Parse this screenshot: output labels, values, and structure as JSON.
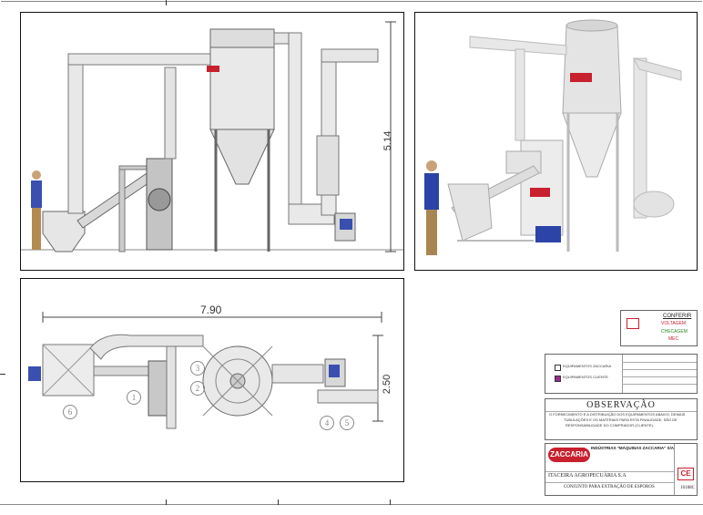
{
  "views": {
    "elevation": {
      "dimension": "5.14"
    },
    "plan": {
      "dimension_width": "7.90",
      "dimension_height": "2.50",
      "bubbles": [
        "1",
        "2",
        "3",
        "4",
        "5",
        "6"
      ]
    }
  },
  "stamp": {
    "title": "CONFERIR",
    "line1": "VOLTAGEM",
    "line2": "CHECAGEM",
    "line3": "MEC"
  },
  "legend": {
    "item1": "EQUIPAMENTOS ZACCARIA",
    "item2": "EQUIPAMENTOS CLIENTE",
    "swatch1": "#ffffff",
    "swatch2": "#9b2c8e"
  },
  "observacao": {
    "heading": "OBSERVAÇÃO",
    "text1": "O FORNECIMENTO E A DISTRIBUIÇÃO DOS EQUIPAMENTOS ABAIXO, DEMAIS",
    "text2": "TUBULAÇÕES E OS MATERIAIS PARA ESTA FINALIDADE, SÃO DE",
    "text3": "RESPONSABILIDADE DO COMPRADOR (CLIENTE)."
  },
  "company": {
    "logo": "ZACCARIA",
    "name": "INDÚSTRIAS \"MÁQUINAS ZACCARIA\" S/A",
    "cliente": "ITACEIRA AGROPECUÁRIA S.A",
    "desenho": "CONJUNTO PARA EXTRAÇÃO DE ESPOROS",
    "numero": "10188C",
    "ce": "CE"
  },
  "colors": {
    "accent_red": "#c8202e",
    "equipment_blue": "#3a4fb0",
    "equipment_gray": "#dcdcdc"
  }
}
